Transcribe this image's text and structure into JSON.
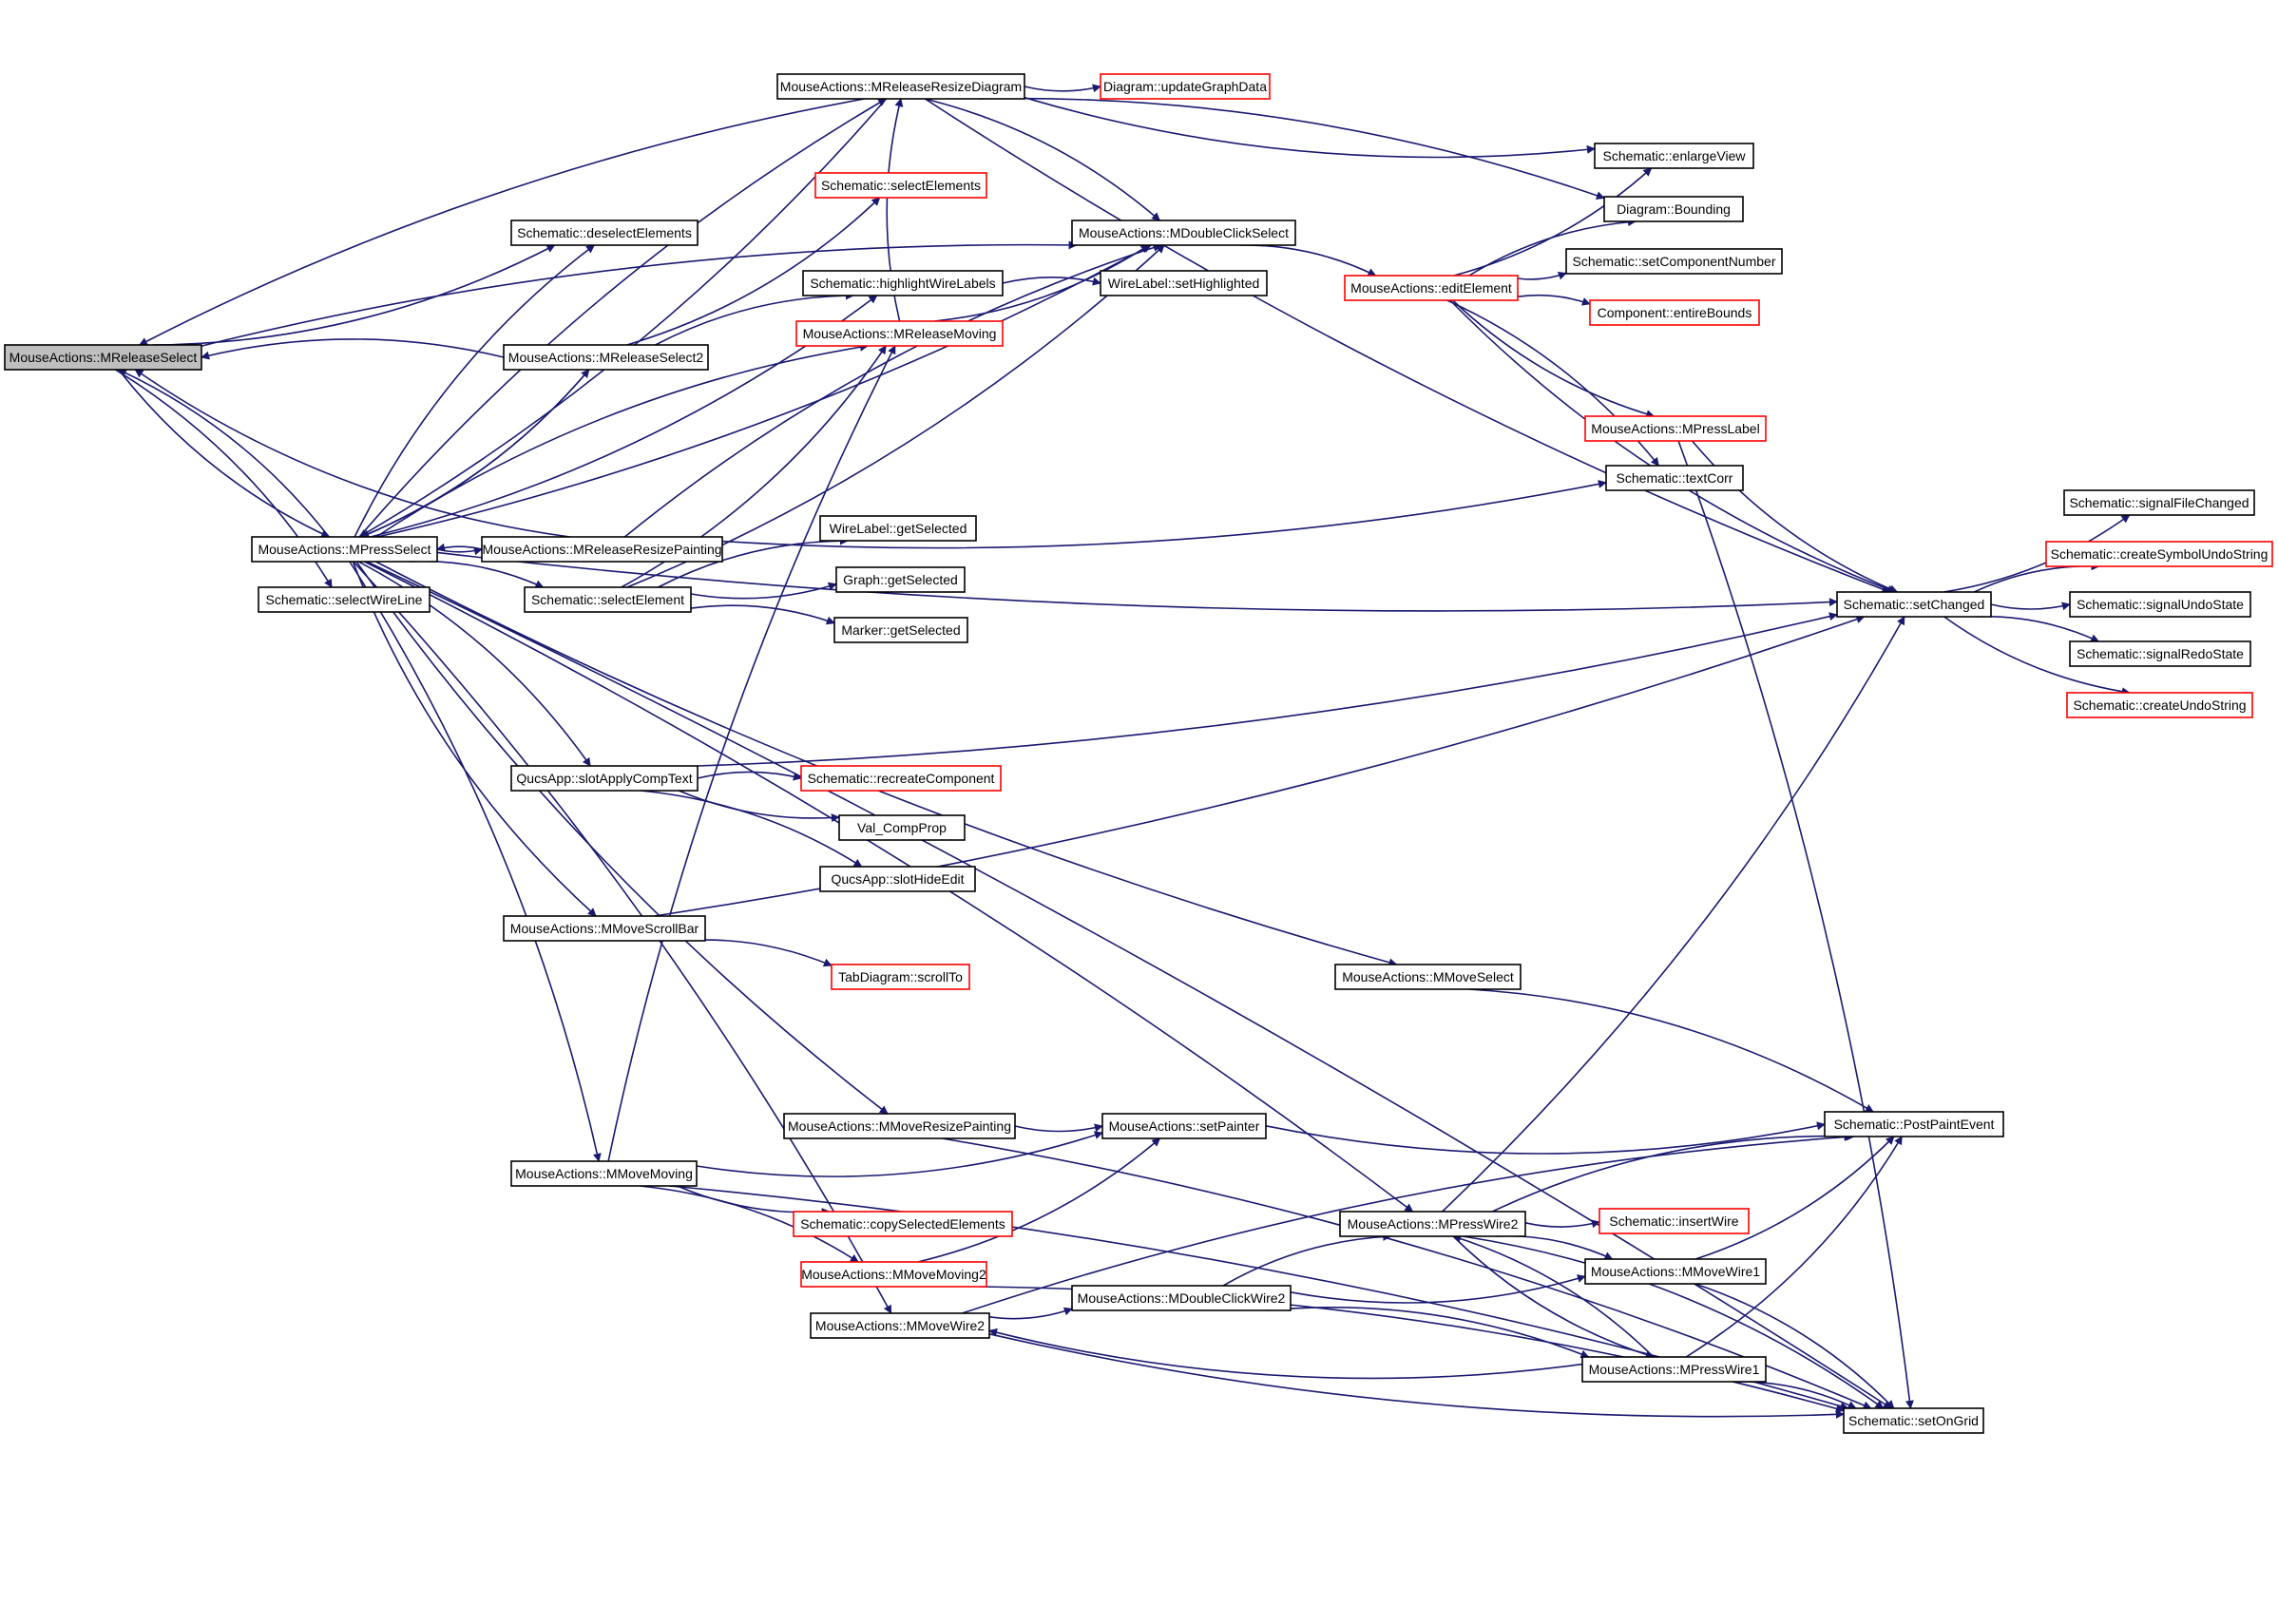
{
  "colors": {
    "edge": "#191970",
    "border": "#000000",
    "border_truncated": "#ff0000",
    "focus_fill": "#bfbfbf",
    "background": "#ffffff"
  },
  "nodes": [
    {
      "id": "n_mreleaseselect",
      "label": "MouseActions::MReleaseSelect",
      "style": "focus"
    },
    {
      "id": "n_mpressselect",
      "label": "MouseActions::MPressSelect",
      "style": "normal"
    },
    {
      "id": "n_selectwireline",
      "label": "Schematic::selectWireLine",
      "style": "normal"
    },
    {
      "id": "n_deselectelements",
      "label": "Schematic::deselectElements",
      "style": "normal"
    },
    {
      "id": "n_mreleaseselect2",
      "label": "MouseActions::MReleaseSelect2",
      "style": "normal"
    },
    {
      "id": "n_mreleaseresizediagram",
      "label": "MouseActions::MReleaseResizeDiagram",
      "style": "normal"
    },
    {
      "id": "n_selectelements",
      "label": "Schematic::selectElements",
      "style": "truncated"
    },
    {
      "id": "n_highlightwirelabels",
      "label": "Schematic::highlightWireLabels",
      "style": "normal"
    },
    {
      "id": "n_mreleasemoving",
      "label": "MouseActions::MReleaseMoving",
      "style": "truncated"
    },
    {
      "id": "n_mreleaseresizepainting",
      "label": "MouseActions::MReleaseResizePainting",
      "style": "normal"
    },
    {
      "id": "n_selectelement",
      "label": "Schematic::selectElement",
      "style": "normal"
    },
    {
      "id": "n_qucsapp_slotapplycomptext",
      "label": "QucsApp::slotApplyCompText",
      "style": "normal"
    },
    {
      "id": "n_mmovescrollbar",
      "label": "MouseActions::MMoveScrollBar",
      "style": "normal"
    },
    {
      "id": "n_mmovemoving",
      "label": "MouseActions::MMoveMoving",
      "style": "normal"
    },
    {
      "id": "n_mmoveresizepainting",
      "label": "MouseActions::MMoveResizePainting",
      "style": "normal"
    },
    {
      "id": "n_copyselectedelements",
      "label": "Schematic::copySelectedElements",
      "style": "truncated"
    },
    {
      "id": "n_mmovemoving2",
      "label": "MouseActions::MMoveMoving2",
      "style": "truncated"
    },
    {
      "id": "n_mmovewire2",
      "label": "MouseActions::MMoveWire2",
      "style": "normal"
    },
    {
      "id": "n_updategraphdata",
      "label": "Diagram::updateGraphData",
      "style": "truncated"
    },
    {
      "id": "n_mdoubleclickselect",
      "label": "MouseActions::MDoubleClickSelect",
      "style": "normal"
    },
    {
      "id": "n_wirelabel_sethighlighted",
      "label": "WireLabel::setHighlighted",
      "style": "normal"
    },
    {
      "id": "n_wirelabel_getselected",
      "label": "WireLabel::getSelected",
      "style": "normal"
    },
    {
      "id": "n_graph_getselected",
      "label": "Graph::getSelected",
      "style": "normal"
    },
    {
      "id": "n_marker_getselected",
      "label": "Marker::getSelected",
      "style": "normal"
    },
    {
      "id": "n_recreatecomponent",
      "label": "Schematic::recreateComponent",
      "style": "truncated"
    },
    {
      "id": "n_val_compprop",
      "label": "Val_CompProp",
      "style": "normal"
    },
    {
      "id": "n_slothideedit",
      "label": "QucsApp::slotHideEdit",
      "style": "normal"
    },
    {
      "id": "n_tabdiagram_scrollto",
      "label": "TabDiagram::scrollTo",
      "style": "truncated"
    },
    {
      "id": "n_mmoveselect",
      "label": "MouseActions::MMoveSelect",
      "style": "normal"
    },
    {
      "id": "n_setpainter",
      "label": "MouseActions::setPainter",
      "style": "normal"
    },
    {
      "id": "n_mdoubleclickwire2",
      "label": "MouseActions::MDoubleClickWire2",
      "style": "normal"
    },
    {
      "id": "n_editelement",
      "label": "MouseActions::editElement",
      "style": "truncated"
    },
    {
      "id": "n_mpresswire2",
      "label": "MouseActions::MPressWire2",
      "style": "normal"
    },
    {
      "id": "n_mmovewire1",
      "label": "MouseActions::MMoveWire1",
      "style": "normal"
    },
    {
      "id": "n_mpresswire1",
      "label": "MouseActions::MPressWire1",
      "style": "normal"
    },
    {
      "id": "n_insertwire",
      "label": "Schematic::insertWire",
      "style": "truncated"
    },
    {
      "id": "n_mpresslabel",
      "label": "MouseActions::MPressLabel",
      "style": "truncated"
    },
    {
      "id": "n_enlargeview",
      "label": "Schematic::enlargeView",
      "style": "normal"
    },
    {
      "id": "n_diagram_bounding",
      "label": "Diagram::Bounding",
      "style": "normal"
    },
    {
      "id": "n_setcomponentnumber",
      "label": "Schematic::setComponentNumber",
      "style": "normal"
    },
    {
      "id": "n_entirebounds",
      "label": "Component::entireBounds",
      "style": "truncated"
    },
    {
      "id": "n_textcorr",
      "label": "Schematic::textCorr",
      "style": "normal"
    },
    {
      "id": "n_setchanged",
      "label": "Schematic::setChanged",
      "style": "normal"
    },
    {
      "id": "n_postpaintevent",
      "label": "Schematic::PostPaintEvent",
      "style": "normal"
    },
    {
      "id": "n_setongrid",
      "label": "Schematic::setOnGrid",
      "style": "normal"
    },
    {
      "id": "n_signalfilechanged",
      "label": "Schematic::signalFileChanged",
      "style": "normal"
    },
    {
      "id": "n_createsymbolundostring",
      "label": "Schematic::createSymbolUndoString",
      "style": "truncated"
    },
    {
      "id": "n_signalundostate",
      "label": "Schematic::signalUndoState",
      "style": "normal"
    },
    {
      "id": "n_signalredostate",
      "label": "Schematic::signalRedoState",
      "style": "normal"
    },
    {
      "id": "n_createundostring",
      "label": "Schematic::createUndoString",
      "style": "truncated"
    }
  ],
  "edges": [
    {
      "from": "n_mreleaseselect",
      "to": "n_mpressselect"
    },
    {
      "from": "n_mreleaseselect",
      "to": "n_selectwireline"
    },
    {
      "from": "n_mreleaseselect",
      "to": "n_deselectelements"
    },
    {
      "from": "n_mreleaseselect",
      "to": "n_mdoubleclickselect"
    },
    {
      "from": "n_mpressselect",
      "to": "n_mreleaseselect"
    },
    {
      "from": "n_mpressselect",
      "to": "n_deselectelements"
    },
    {
      "from": "n_mpressselect",
      "to": "n_mreleaseselect2"
    },
    {
      "from": "n_mpressselect",
      "to": "n_mreleaseresizediagram"
    },
    {
      "from": "n_mpressselect",
      "to": "n_highlightwirelabels"
    },
    {
      "from": "n_mpressselect",
      "to": "n_mreleasemoving"
    },
    {
      "from": "n_mpressselect",
      "to": "n_mreleaseresizepainting"
    },
    {
      "from": "n_mpressselect",
      "to": "n_selectelement"
    },
    {
      "from": "n_mpressselect",
      "to": "n_mdoubleclickselect"
    },
    {
      "from": "n_mpressselect",
      "to": "n_qucsapp_slotapplycomptext"
    },
    {
      "from": "n_mpressselect",
      "to": "n_mmovescrollbar"
    },
    {
      "from": "n_mpressselect",
      "to": "n_mmovemoving"
    },
    {
      "from": "n_mpressselect",
      "to": "n_mmoveresizepainting"
    },
    {
      "from": "n_mpressselect",
      "to": "n_mmovewire2"
    },
    {
      "from": "n_mpressselect",
      "to": "n_mmoveselect"
    },
    {
      "from": "n_mpressselect",
      "to": "n_mpresswire2"
    },
    {
      "from": "n_mpressselect",
      "to": "n_setchanged"
    },
    {
      "from": "n_mpressselect",
      "to": "n_setongrid"
    },
    {
      "from": "n_mreleaseselect2",
      "to": "n_mreleaseselect"
    },
    {
      "from": "n_mreleaseselect2",
      "to": "n_mpressselect"
    },
    {
      "from": "n_mreleaseselect2",
      "to": "n_selectelements"
    },
    {
      "from": "n_mreleaseselect2",
      "to": "n_highlightwirelabels"
    },
    {
      "from": "n_mreleaseresizediagram",
      "to": "n_mreleaseselect"
    },
    {
      "from": "n_mreleaseresizediagram",
      "to": "n_mpressselect"
    },
    {
      "from": "n_mreleaseresizediagram",
      "to": "n_updategraphdata"
    },
    {
      "from": "n_mreleaseresizediagram",
      "to": "n_mdoubleclickselect"
    },
    {
      "from": "n_mreleaseresizediagram",
      "to": "n_enlargeview"
    },
    {
      "from": "n_mreleaseresizediagram",
      "to": "n_diagram_bounding"
    },
    {
      "from": "n_mreleaseresizediagram",
      "to": "n_setchanged"
    },
    {
      "from": "n_mreleasemoving",
      "to": "n_mreleaseresizediagram"
    },
    {
      "from": "n_mreleasemoving",
      "to": "n_mdoubleclickselect"
    },
    {
      "from": "n_mreleaseresizepainting",
      "to": "n_mreleaseselect"
    },
    {
      "from": "n_mreleaseresizepainting",
      "to": "n_mpressselect"
    },
    {
      "from": "n_mreleaseresizepainting",
      "to": "n_mdoubleclickselect"
    },
    {
      "from": "n_mreleaseresizepainting",
      "to": "n_textcorr"
    },
    {
      "from": "n_highlightwirelabels",
      "to": "n_wirelabel_sethighlighted"
    },
    {
      "from": "n_selectelement",
      "to": "n_mreleasemoving"
    },
    {
      "from": "n_selectelement",
      "to": "n_wirelabel_getselected"
    },
    {
      "from": "n_selectelement",
      "to": "n_graph_getselected"
    },
    {
      "from": "n_selectelement",
      "to": "n_marker_getselected"
    },
    {
      "from": "n_selectelement",
      "to": "n_mdoubleclickselect"
    },
    {
      "from": "n_qucsapp_slotapplycomptext",
      "to": "n_recreatecomponent"
    },
    {
      "from": "n_qucsapp_slotapplycomptext",
      "to": "n_val_compprop"
    },
    {
      "from": "n_qucsapp_slotapplycomptext",
      "to": "n_slothideedit"
    },
    {
      "from": "n_qucsapp_slotapplycomptext",
      "to": "n_setchanged"
    },
    {
      "from": "n_mmovescrollbar",
      "to": "n_tabdiagram_scrollto"
    },
    {
      "from": "n_mmovescrollbar",
      "to": "n_setchanged"
    },
    {
      "from": "n_mmovemoving",
      "to": "n_mreleasemoving"
    },
    {
      "from": "n_mmovemoving",
      "to": "n_copyselectedelements"
    },
    {
      "from": "n_mmovemoving",
      "to": "n_mmovemoving2"
    },
    {
      "from": "n_mmovemoving",
      "to": "n_setpainter"
    },
    {
      "from": "n_mmovemoving",
      "to": "n_setongrid"
    },
    {
      "from": "n_mmoveresizepainting",
      "to": "n_setpainter"
    },
    {
      "from": "n_mmoveresizepainting",
      "to": "n_setongrid"
    },
    {
      "from": "n_mmovemoving2",
      "to": "n_setpainter"
    },
    {
      "from": "n_mmovemoving2",
      "to": "n_setongrid"
    },
    {
      "from": "n_mmovewire2",
      "to": "n_mdoubleclickwire2"
    },
    {
      "from": "n_mmovewire2",
      "to": "n_postpaintevent"
    },
    {
      "from": "n_mmovewire2",
      "to": "n_setongrid"
    },
    {
      "from": "n_mdoubleclickselect",
      "to": "n_editelement"
    },
    {
      "from": "n_editelement",
      "to": "n_enlargeview"
    },
    {
      "from": "n_editelement",
      "to": "n_diagram_bounding"
    },
    {
      "from": "n_editelement",
      "to": "n_setcomponentnumber"
    },
    {
      "from": "n_editelement",
      "to": "n_entirebounds"
    },
    {
      "from": "n_editelement",
      "to": "n_mpresslabel"
    },
    {
      "from": "n_editelement",
      "to": "n_textcorr"
    },
    {
      "from": "n_editelement",
      "to": "n_setchanged"
    },
    {
      "from": "n_mmoveselect",
      "to": "n_postpaintevent"
    },
    {
      "from": "n_setpainter",
      "to": "n_postpaintevent"
    },
    {
      "from": "n_mdoubleclickwire2",
      "to": "n_mpresswire2"
    },
    {
      "from": "n_mdoubleclickwire2",
      "to": "n_mmovewire1"
    },
    {
      "from": "n_mdoubleclickwire2",
      "to": "n_mpresswire1"
    },
    {
      "from": "n_mpresswire2",
      "to": "n_setchanged"
    },
    {
      "from": "n_mpresswire2",
      "to": "n_postpaintevent"
    },
    {
      "from": "n_mpresswire2",
      "to": "n_insertwire"
    },
    {
      "from": "n_mpresswire2",
      "to": "n_mmovewire1"
    },
    {
      "from": "n_mpresswire2",
      "to": "n_mpresswire1"
    },
    {
      "from": "n_mpresswire2",
      "to": "n_setongrid"
    },
    {
      "from": "n_mpresswire1",
      "to": "n_mpresswire2"
    },
    {
      "from": "n_mpresswire1",
      "to": "n_mmovewire2"
    },
    {
      "from": "n_mpresswire1",
      "to": "n_postpaintevent"
    },
    {
      "from": "n_mpresswire1",
      "to": "n_setongrid"
    },
    {
      "from": "n_mmovewire1",
      "to": "n_postpaintevent"
    },
    {
      "from": "n_mmovewire1",
      "to": "n_setongrid"
    },
    {
      "from": "n_mpresslabel",
      "to": "n_setchanged"
    },
    {
      "from": "n_mpresslabel",
      "to": "n_setongrid"
    },
    {
      "from": "n_setchanged",
      "to": "n_signalfilechanged"
    },
    {
      "from": "n_setchanged",
      "to": "n_createsymbolundostring"
    },
    {
      "from": "n_setchanged",
      "to": "n_signalundostate"
    },
    {
      "from": "n_setchanged",
      "to": "n_signalredostate"
    },
    {
      "from": "n_setchanged",
      "to": "n_createundostring"
    }
  ]
}
